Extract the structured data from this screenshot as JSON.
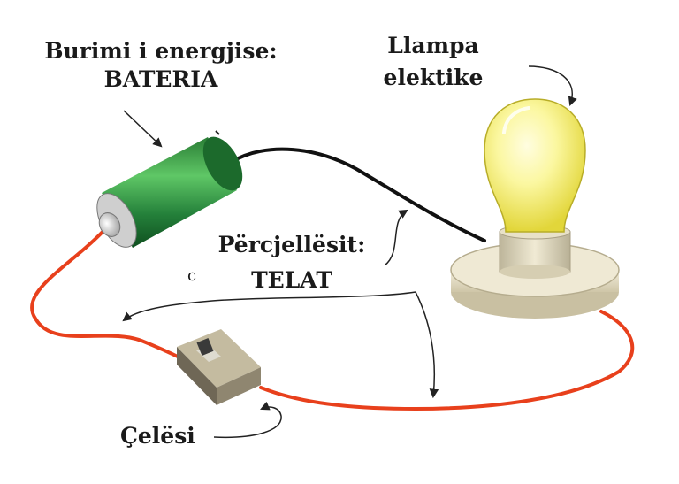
{
  "labels": {
    "battery_line1": "Burimi i energjise:",
    "battery_line2": "BATERIA",
    "lamp_line1": "Llampa",
    "lamp_line2": "elektike",
    "wires_line1": "Përcjellësit:",
    "wires_line2": "TELAT",
    "switch": "Çelësi",
    "stray_mark": "c"
  },
  "colors": {
    "wire_red": "#e8401c",
    "wire_black": "#111111",
    "battery_green": "#2e9a3c",
    "bulb_yellow": "#f4f05a",
    "base_beige": "#e6dfc8",
    "switch_body": "#9a9078"
  }
}
